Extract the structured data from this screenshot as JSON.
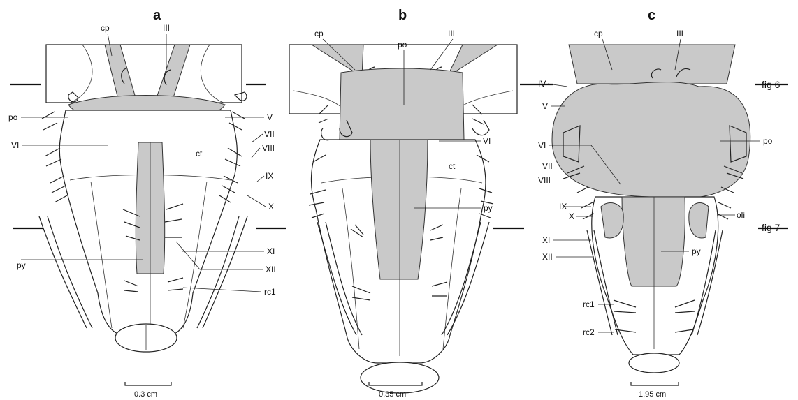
{
  "panels": {
    "a": {
      "letter": "a",
      "scale": "0.3 cm",
      "labels": {
        "cp": "cp",
        "III": "III",
        "po": "po",
        "VI": "VI",
        "ct": "ct",
        "V": "V",
        "VII": "VII",
        "VIII": "VIII",
        "IX": "IX",
        "X": "X",
        "XI": "XI",
        "XII": "XII",
        "py": "py",
        "rc1": "rc1"
      }
    },
    "b": {
      "letter": "b",
      "scale": "0.35 cm",
      "labels": {
        "cp": "cp",
        "po": "po",
        "III": "III",
        "VI": "VI",
        "ct": "ct",
        "py": "py"
      }
    },
    "c": {
      "letter": "c",
      "scale": "1.95 cm",
      "labels": {
        "cp": "cp",
        "III": "III",
        "IV": "IV",
        "V": "V",
        "po": "po",
        "VI": "VI",
        "VII": "VII",
        "VIII": "VIII",
        "IX": "IX",
        "X": "X",
        "oli": "oli",
        "XI": "XI",
        "XII": "XII",
        "py": "py",
        "rc1": "rc1",
        "rc2": "rc2"
      }
    }
  },
  "section_markers": {
    "upper": "fig 6",
    "lower": "fig 7"
  }
}
